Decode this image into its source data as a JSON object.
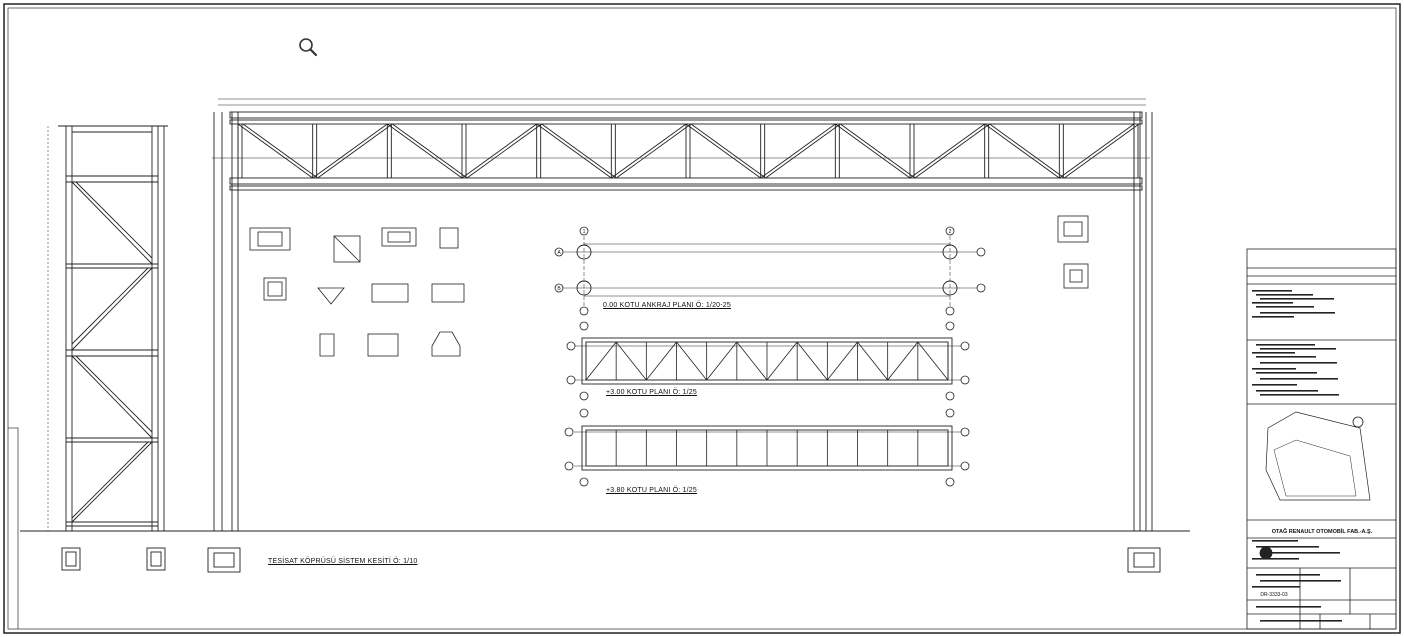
{
  "drawing": {
    "section_title": "TESİSAT KÖPRÜSÜ SİSTEM KESİTİ Ö: 1/10",
    "plans": [
      {
        "title": "0.00 KOTU ANKRAJ PLANI   Ö: 1/20-25"
      },
      {
        "title": "+3.00 KOTU PLANI   Ö: 1/25"
      },
      {
        "title": "+3.80 KOTU PLANI   Ö: 1/25"
      }
    ],
    "grid_axes": {
      "numbers": [
        "1",
        "2"
      ],
      "letters": [
        "A",
        "B"
      ]
    }
  },
  "title_block": {
    "project_name": "OTAĞ RENAULT OTOMOBİL FAB.-A.Ş.",
    "drawing_no": "DR-3333-03"
  },
  "toolbar": {
    "zoom_icon": "magnifier-icon"
  }
}
